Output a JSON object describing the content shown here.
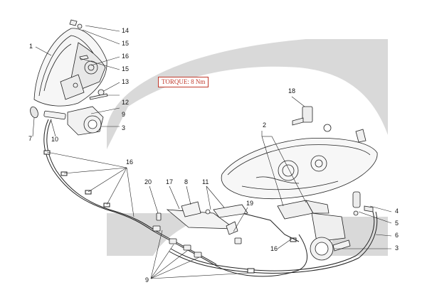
{
  "diagram": {
    "torque_note": "TORQUE: 8 Nm",
    "watermark_color": "#d9d9d9",
    "line_color": "#222222",
    "accent_color": "#c0392b",
    "callouts": [
      {
        "id": "c1",
        "label": "1"
      },
      {
        "id": "c14",
        "label": "14"
      },
      {
        "id": "c15a",
        "label": "15"
      },
      {
        "id": "c16a",
        "label": "16"
      },
      {
        "id": "c15b",
        "label": "15"
      },
      {
        "id": "c13",
        "label": "13"
      },
      {
        "id": "c12",
        "label": "12"
      },
      {
        "id": "c9a",
        "label": "9"
      },
      {
        "id": "c3a",
        "label": "3"
      },
      {
        "id": "c7",
        "label": "7"
      },
      {
        "id": "c10",
        "label": "10"
      },
      {
        "id": "c18",
        "label": "18"
      },
      {
        "id": "c2",
        "label": "2"
      },
      {
        "id": "c16b",
        "label": "16"
      },
      {
        "id": "c20",
        "label": "20"
      },
      {
        "id": "c17",
        "label": "17"
      },
      {
        "id": "c8",
        "label": "8"
      },
      {
        "id": "c11",
        "label": "11"
      },
      {
        "id": "c19",
        "label": "19"
      },
      {
        "id": "c4",
        "label": "4"
      },
      {
        "id": "c5",
        "label": "5"
      },
      {
        "id": "c6",
        "label": "6"
      },
      {
        "id": "c16c",
        "label": "16"
      },
      {
        "id": "c3b",
        "label": "3"
      },
      {
        "id": "c9b",
        "label": "9"
      }
    ]
  }
}
